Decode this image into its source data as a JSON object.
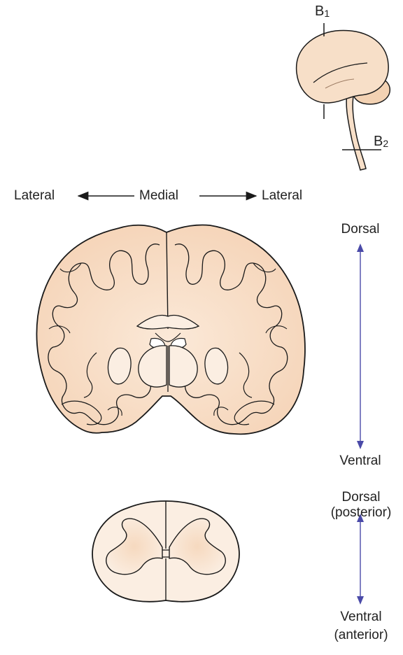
{
  "labels": {
    "b1_letter": "B",
    "b1_sub": "1",
    "b2_letter": "B",
    "b2_sub": "2",
    "lateral_left": "Lateral",
    "medial": "Medial",
    "lateral_right": "Lateral",
    "dorsal": "Dorsal",
    "ventral": "Ventral",
    "dorsal_posterior_line1": "Dorsal",
    "dorsal_posterior_line2": "(posterior)",
    "ventral_anterior_line1": "Ventral",
    "ventral_anterior_line2": "(anterior)"
  },
  "colors": {
    "tissue_fill": "#f7dfc8",
    "tissue_light": "#fbeee2",
    "outline": "#1a1a1a",
    "axis_arrow": "#4a4aa8",
    "text": "#222222"
  }
}
